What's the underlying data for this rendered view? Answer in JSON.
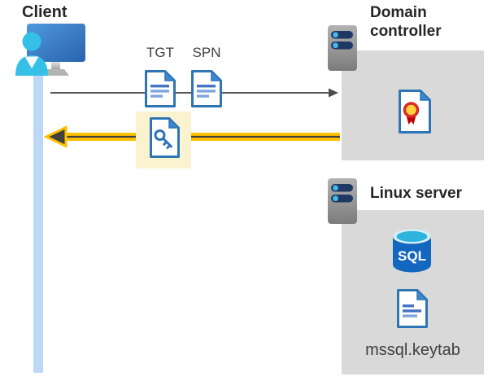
{
  "client": {
    "label": "Client"
  },
  "tickets": {
    "tgt_label": "TGT",
    "spn_label": "SPN"
  },
  "domain_controller": {
    "label": "Domain controller"
  },
  "linux_server": {
    "label": "Linux server",
    "sql_badge": "SQL",
    "keytab_file": "mssql.keytab"
  },
  "colors": {
    "box_gray": "#D9D9D9",
    "doc_border_blue": "#2E75B6",
    "doc_fold_blue": "#3C87CE",
    "doc_line_blue": "#4472C4",
    "doc_line_light_blue": "#7DA7DC",
    "person_cyan": "#35C1E7",
    "monitor_blue": "#2A63AE",
    "request_arrow_gray": "#595959",
    "response_arrow_yellow": "#FFC000",
    "response_arrow_dark": "#404040",
    "highlight_yellow": "#FBF3CF",
    "server_slot_navy": "#1F3864",
    "server_dot_blue": "#44B8E8",
    "sql_body_blue": "#1467BE",
    "sql_top_cyan": "#2EB4DC",
    "certificate_red": "#C00000",
    "certificate_gold": "#FFD43A",
    "client_bar_blue": "#BDD8F6",
    "title_text": "#262626",
    "label_text": "#404040"
  }
}
